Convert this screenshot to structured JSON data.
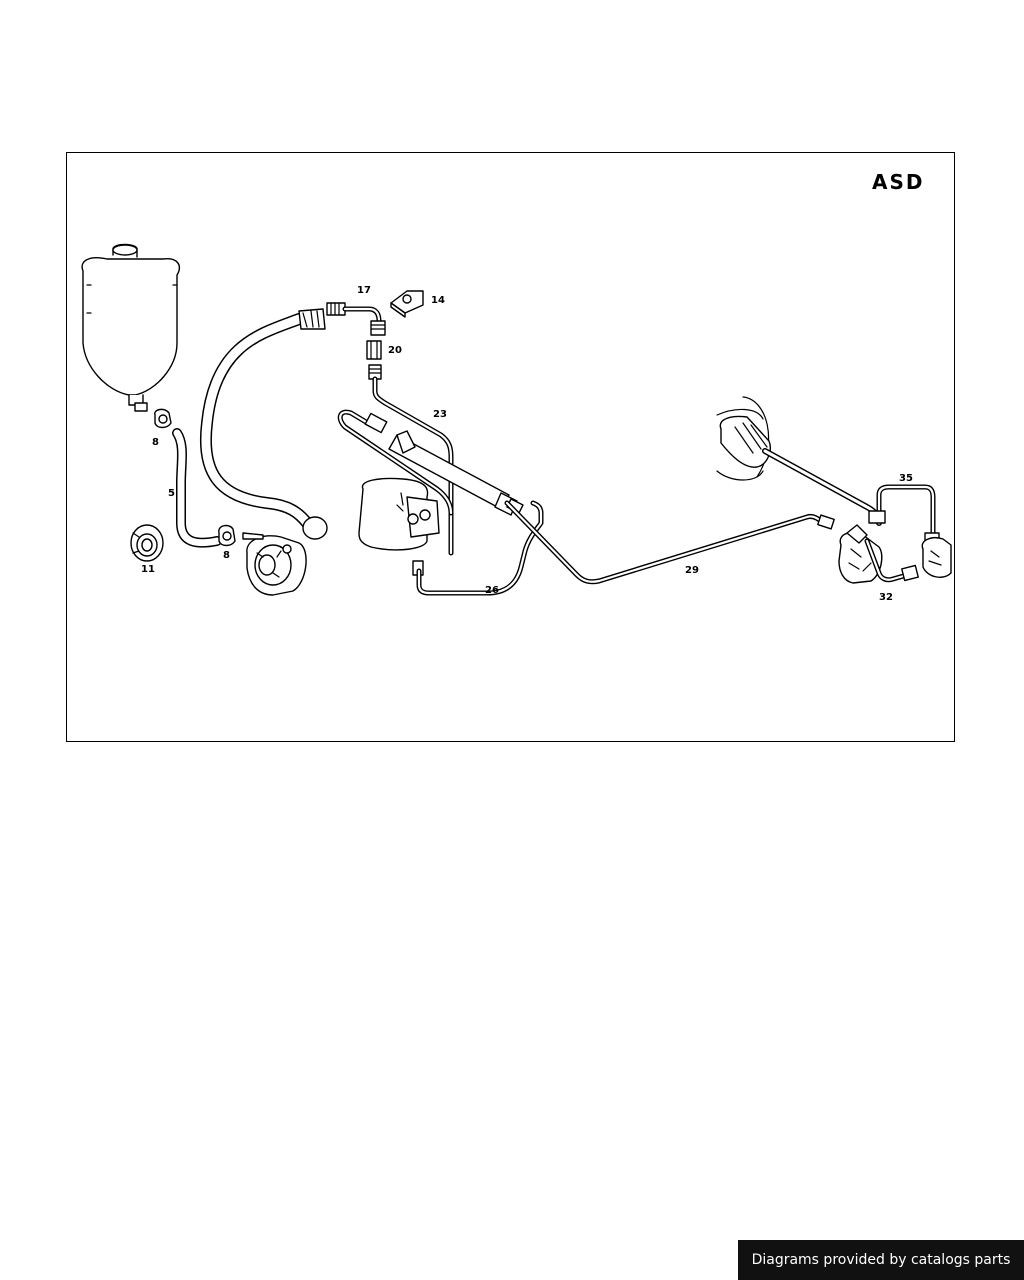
{
  "diagram": {
    "title": "ASD",
    "callouts": {
      "c5": "5",
      "c8a": "8",
      "c8b": "8",
      "c11": "11",
      "c14": "14",
      "c17": "17",
      "c20": "20",
      "c23": "23",
      "c26": "26",
      "c29": "29",
      "c32": "32",
      "c35": "35"
    }
  },
  "footer": {
    "text": "Diagrams provided by catalogs parts",
    "background": "#111111",
    "color": "#ffffff"
  }
}
